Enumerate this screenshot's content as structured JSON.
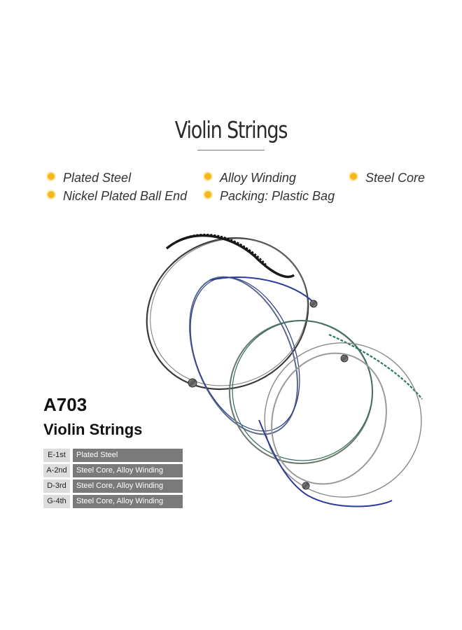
{
  "title": "Violin Strings",
  "features": [
    "Plated Steel",
    "Alloy Winding",
    "Steel Core",
    "Nickel Plated Ball End",
    "Packing: Plastic Bag"
  ],
  "product": {
    "model": "A703",
    "name": "Violin Strings"
  },
  "specs": [
    {
      "string": "E-1st",
      "material": "Plated Steel"
    },
    {
      "string": "A-2nd",
      "material": "Steel Core, Alloy Winding"
    },
    {
      "string": "D-3rd",
      "material": "Steel Core, Alloy Winding"
    },
    {
      "string": "G-4th",
      "material": "Steel Core, Alloy Winding"
    }
  ],
  "colors": {
    "bullet": "#f6b71e",
    "spec_key_bg": "#dcdcdc",
    "spec_value_bg": "#7a7a7a"
  }
}
